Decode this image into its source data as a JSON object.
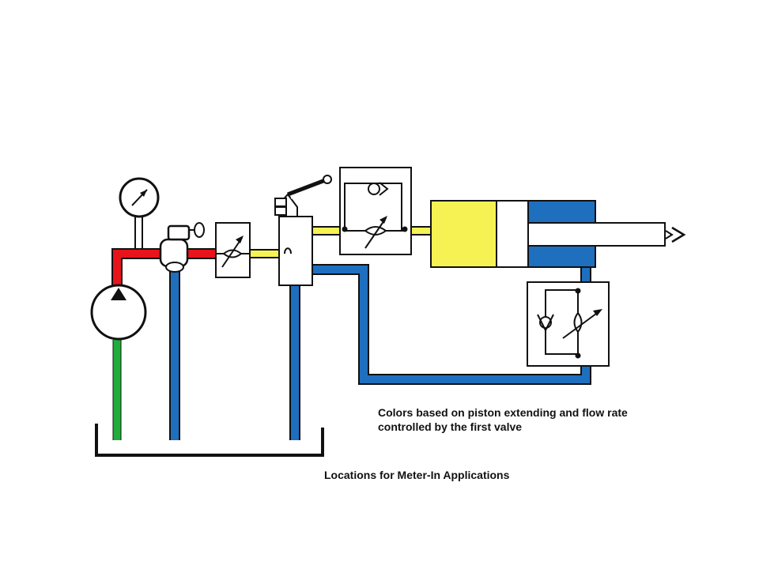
{
  "colors": {
    "pressure_line": "#e8141c",
    "metered_line": "#f7f254",
    "return_line": "#1f6fbf",
    "suction_line": "#1fae3a",
    "outline": "#111111",
    "background": "#ffffff"
  },
  "labels": {
    "note_line_1": "Colors based on piston extending and flow rate",
    "note_line_2": "controlled by the first valve",
    "title": "Locations for Meter-In Applications"
  },
  "components": [
    {
      "name": "reservoir-tank",
      "icon": "open-tank"
    },
    {
      "name": "hydraulic-pump",
      "icon": "pump-symbol"
    },
    {
      "name": "pressure-gauge",
      "icon": "gauge-icon"
    },
    {
      "name": "relief-valve",
      "icon": "relief-valve-icon"
    },
    {
      "name": "flow-control-valve-1",
      "icon": "variable-restrictor-icon"
    },
    {
      "name": "directional-control-valve",
      "icon": "lever-valve-icon"
    },
    {
      "name": "flow-control-valve-2",
      "icon": "check-valve-restrictor-icon"
    },
    {
      "name": "hydraulic-cylinder",
      "icon": "cylinder-icon"
    },
    {
      "name": "flow-control-valve-3",
      "icon": "check-valve-restrictor-icon"
    },
    {
      "name": "output-arrow",
      "icon": "double-arrow-icon"
    }
  ]
}
